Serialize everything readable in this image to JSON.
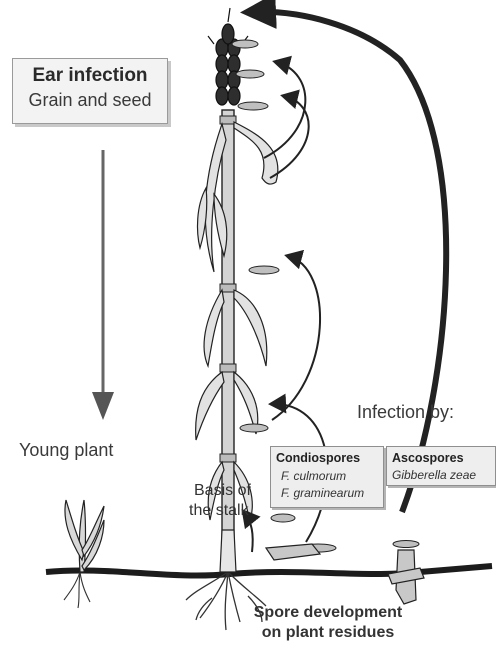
{
  "ear_box": {
    "title": "Ear infection",
    "subtitle": "Grain and seed"
  },
  "young_plant": "Young plant",
  "basis": {
    "line1": "Basis of",
    "line2": "the stalk"
  },
  "infection_by": "Infection by:",
  "conidiospores": {
    "title": "Condiospores",
    "species1": "F. culmorum",
    "species2": "F. graminearum"
  },
  "ascospores": {
    "title": "Ascospores",
    "species": "Gibberella zeae"
  },
  "spore_development": {
    "line1": "Spore development",
    "line2": "on plant residues"
  },
  "colors": {
    "ink": "#222222",
    "stem_fill": "#cfcfcf",
    "box_fill": "#eeeeee",
    "arrow_gray": "#555555"
  }
}
